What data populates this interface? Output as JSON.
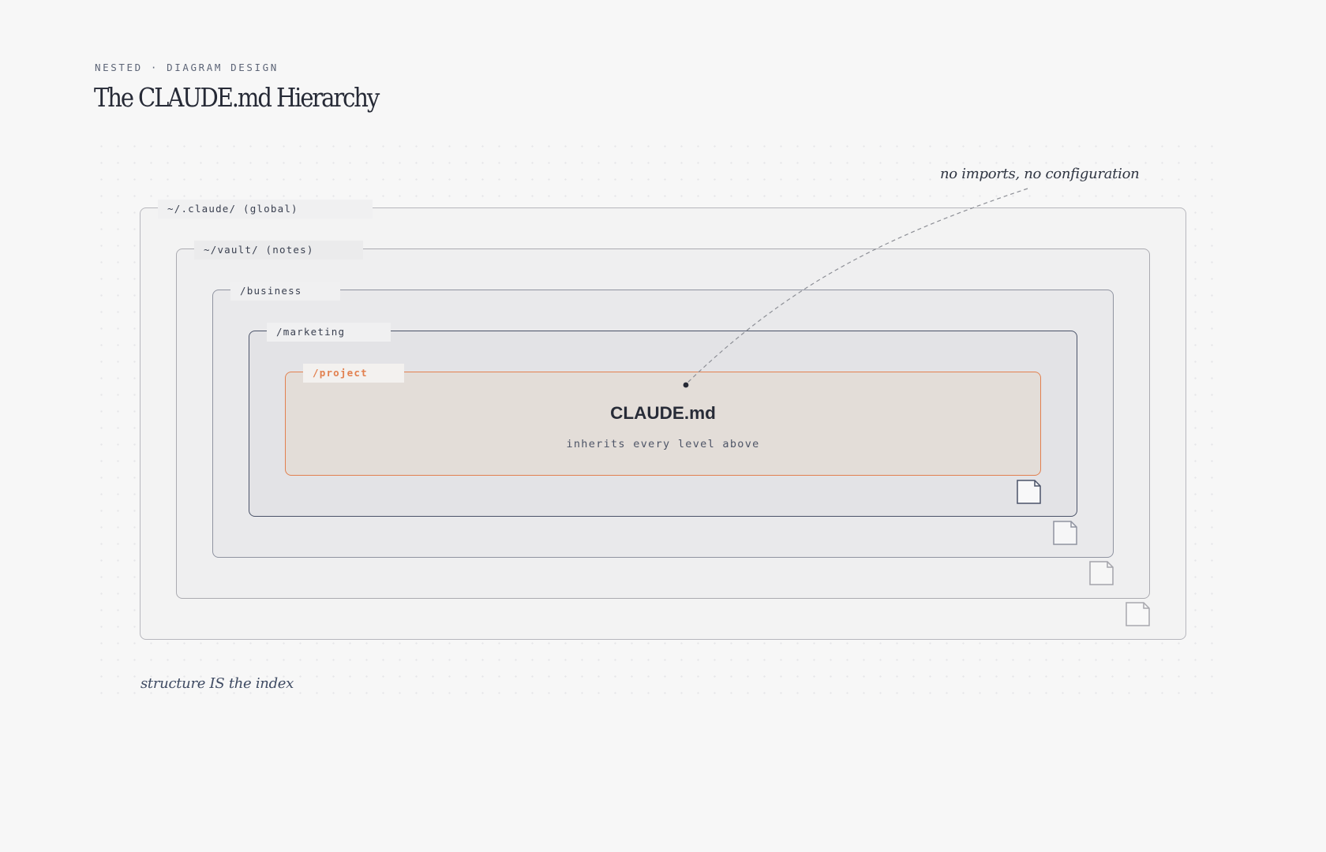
{
  "header": {
    "eyebrow": "NESTED · DIAGRAM DESIGN",
    "title": "The CLAUDE.md Hierarchy"
  },
  "levels": [
    {
      "path": "~/.claude/ (global)",
      "border": "#b7b7bd",
      "fill": "#f3f3f3"
    },
    {
      "path": "~/vault/ (notes)",
      "border": "#ababb1",
      "fill": "#efeff0"
    },
    {
      "path": "/business",
      "border": "#8f93a0",
      "fill": "#e9e9eb"
    },
    {
      "path": "/marketing",
      "border": "#4a5268",
      "fill": "#e3e3e6"
    },
    {
      "path": "/project",
      "border": "#e2804f",
      "fill": "#e3ddd8",
      "accent": true
    }
  ],
  "file_icon": "document-icon",
  "center": {
    "title": "CLAUDE.md",
    "subtitle": "inherits every level above"
  },
  "annotation": "no imports, no configuration",
  "caption": "structure IS the index",
  "colors": {
    "background": "#f7f7f7",
    "accent": "#e2804f",
    "ink": "#262a36"
  }
}
